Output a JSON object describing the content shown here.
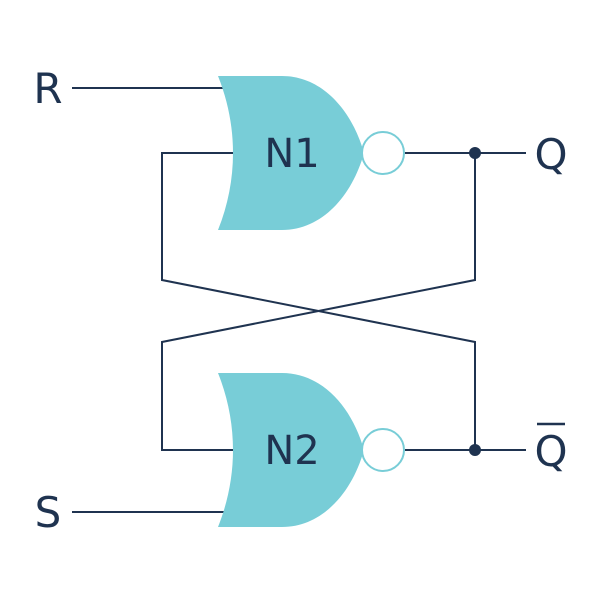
{
  "colors": {
    "wire": "#1f3350",
    "gate_fill": "#78cdd7",
    "bubble_stroke": "#78cdd7",
    "text": "#1f3350",
    "background": "#ffffff"
  },
  "inputs": {
    "r_label": "R",
    "s_label": "S"
  },
  "outputs": {
    "q_label": "Q",
    "q_bar_label": "Q"
  },
  "gates": {
    "n1_label": "N1",
    "n2_label": "N2"
  }
}
